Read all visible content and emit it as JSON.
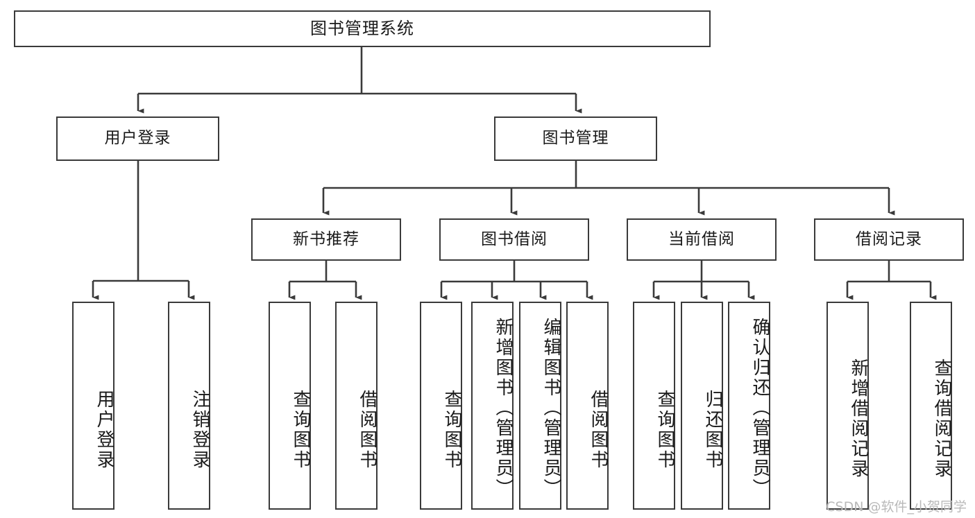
{
  "diagram": {
    "title": "图书管理系统",
    "watermark": "CSDN @软件_小贺同学",
    "colors": {
      "stroke": "#3a3a3a",
      "fill": "#ffffff",
      "text": "#1a1a1a",
      "watermark": "#b9b9b9"
    },
    "levels": {
      "root": {
        "label": "图书管理系统"
      },
      "level2": [
        {
          "id": "user-login",
          "label": "用户登录"
        },
        {
          "id": "book-management",
          "label": "图书管理"
        }
      ],
      "level3": [
        {
          "id": "new-book-recommend",
          "label": "新书推荐",
          "parent": "book-management"
        },
        {
          "id": "book-borrow",
          "label": "图书借阅",
          "parent": "book-management"
        },
        {
          "id": "current-borrow",
          "label": "当前借阅",
          "parent": "book-management"
        },
        {
          "id": "borrow-record",
          "label": "借阅记录",
          "parent": "book-management"
        }
      ],
      "leaves": [
        {
          "id": "leaf-user-login",
          "label": "用户登录",
          "parent": "user-login"
        },
        {
          "id": "leaf-logout-login",
          "label": "注销登录",
          "parent": "user-login"
        },
        {
          "id": "leaf-query-book-1",
          "label": "查询图书",
          "parent": "new-book-recommend"
        },
        {
          "id": "leaf-borrow-book-1",
          "label": "借阅图书",
          "parent": "new-book-recommend"
        },
        {
          "id": "leaf-query-book-2",
          "label": "查询图书",
          "parent": "book-borrow"
        },
        {
          "id": "leaf-add-book",
          "label": "新增图书（管理员）",
          "parent": "book-borrow"
        },
        {
          "id": "leaf-edit-book",
          "label": "编辑图书（管理员）",
          "parent": "book-borrow"
        },
        {
          "id": "leaf-borrow-book-2",
          "label": "借阅图书",
          "parent": "book-borrow"
        },
        {
          "id": "leaf-query-book-3",
          "label": "查询图书",
          "parent": "current-borrow"
        },
        {
          "id": "leaf-return-book",
          "label": "归还图书",
          "parent": "current-borrow"
        },
        {
          "id": "leaf-confirm-return",
          "label": "确认归还（管理员）",
          "parent": "current-borrow"
        },
        {
          "id": "leaf-add-record",
          "label": "新增借阅记录",
          "parent": "borrow-record"
        },
        {
          "id": "leaf-query-record",
          "label": "查询借阅记录",
          "parent": "borrow-record"
        }
      ]
    }
  }
}
